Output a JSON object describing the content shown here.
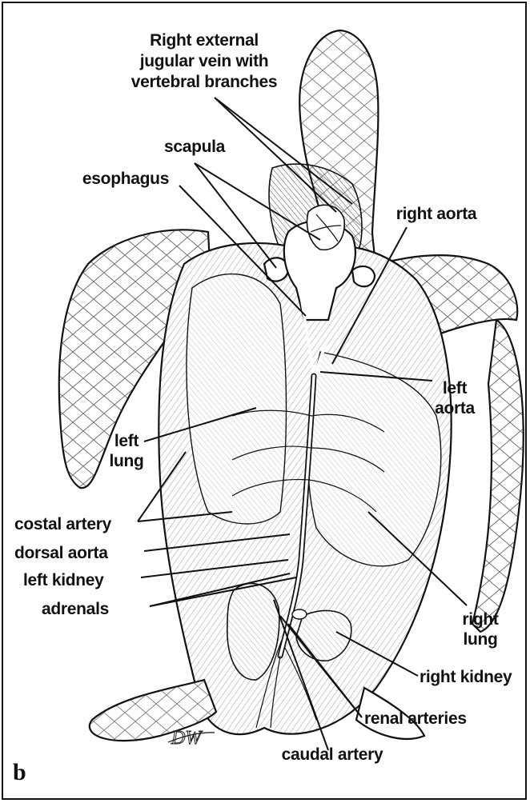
{
  "figure": {
    "panel_letter": "b",
    "signature": "DW",
    "labels": {
      "jugular_line1": "Right external",
      "jugular_line2": "jugular vein with",
      "jugular_line3": "vertebral branches",
      "scapula": "scapula",
      "esophagus": "esophagus",
      "right_aorta": "right aorta",
      "left_aorta_line1": "left",
      "left_aorta_line2": "aorta",
      "left_lung_line1": "left",
      "left_lung_line2": "lung",
      "costal_artery": "costal artery",
      "dorsal_aorta": "dorsal aorta",
      "left_kidney": "left kidney",
      "adrenals": "adrenals",
      "right_lung_line1": "right",
      "right_lung_line2": "lung",
      "right_kidney": "right kidney",
      "renal_arteries": "renal arteries",
      "caudal_artery": "caudal artery"
    }
  }
}
